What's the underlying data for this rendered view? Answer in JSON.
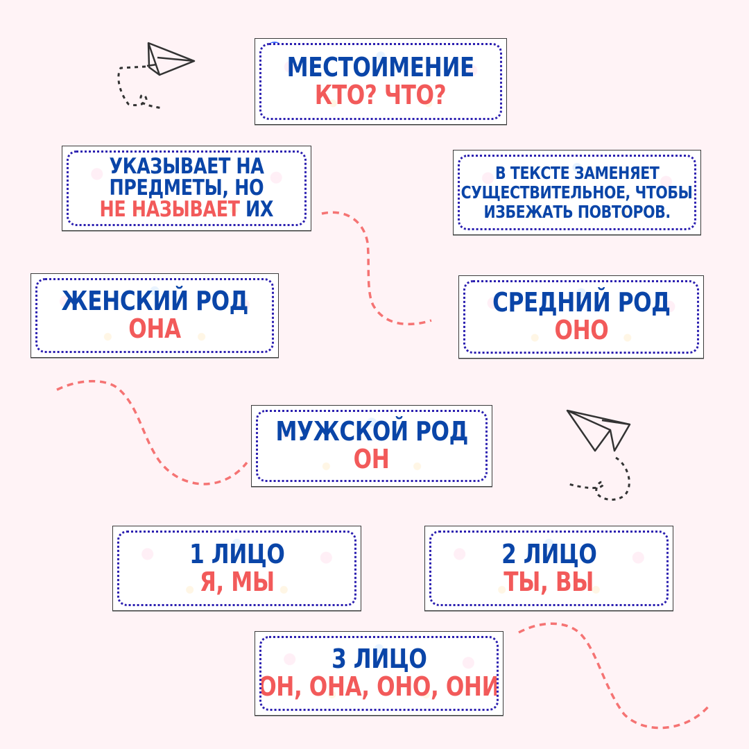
{
  "colors": {
    "background": "#fff3f6",
    "title_blue": "#0a45a8",
    "accent_red": "#f25a5a",
    "dotted_border": "#2b1fb0",
    "dashed_curve": "#f57373",
    "plane_stroke": "#333333"
  },
  "header": {
    "title": "МЕСТОИМЕНИЕ",
    "question": "КТО? ЧТО?",
    "icon": "magnifier-icon"
  },
  "definition_left": {
    "line1": "УКАЗЫВАЕТ НА",
    "line2": "ПРЕДМЕТЫ, НО",
    "line3_red": "НЕ НАЗЫВАЕТ",
    "line3_blue": "ИХ"
  },
  "definition_right": {
    "line1": "В ТЕКСТЕ ЗАМЕНЯЕТ",
    "line2": "СУЩЕСТВИТЕЛЬНОЕ, ЧТОБЫ",
    "line3": "ИЗБЕЖАТЬ ПОВТОРОВ."
  },
  "genders": [
    {
      "label": "ЖЕНСКИЙ РОД",
      "value": "ОНА"
    },
    {
      "label": "СРЕДНИЙ РОД",
      "value": "ОНО"
    },
    {
      "label": "МУЖСКОЙ РОД",
      "value": "ОН"
    }
  ],
  "persons": [
    {
      "label": "1 ЛИЦО",
      "value": "Я, МЫ"
    },
    {
      "label": "2 ЛИЦО",
      "value": "ТЫ, ВЫ"
    },
    {
      "label": "3 ЛИЦО",
      "value": "ОН, ОНА, ОНО, ОНИ"
    }
  ],
  "decorations": [
    "paper-plane-icon",
    "paper-plane-icon",
    "dashed-curve",
    "dashed-curve",
    "dashed-curve"
  ]
}
